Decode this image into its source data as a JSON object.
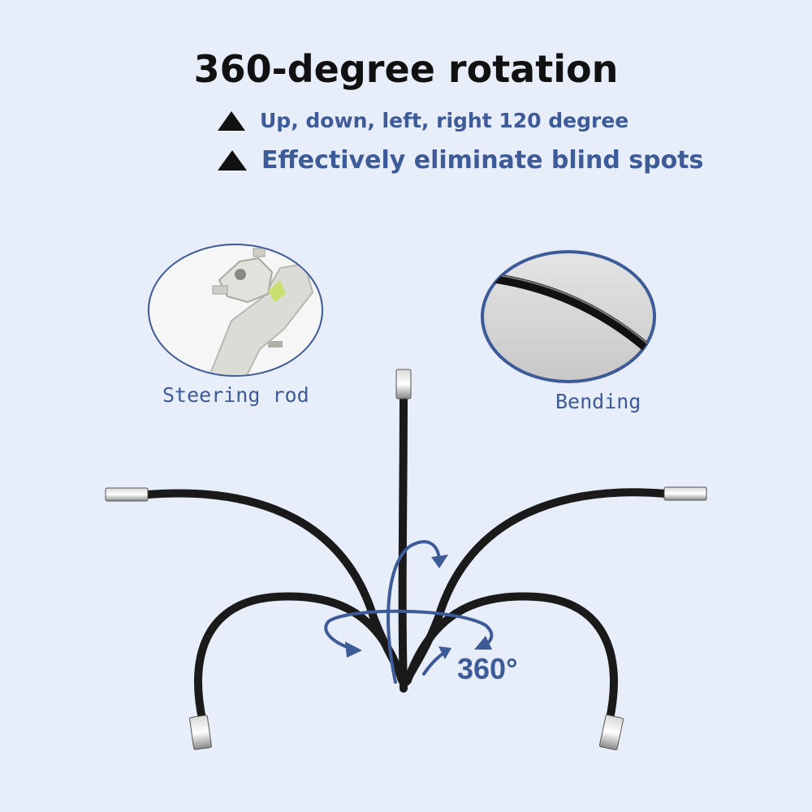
{
  "title": "360-degree rotation",
  "bullets": [
    {
      "text": "Up, down, left, right 120 degree"
    },
    {
      "text": "Effectively eliminate blind spots"
    }
  ],
  "callouts": {
    "steering": {
      "label": "Steering rod"
    },
    "bending": {
      "label": "Bending"
    }
  },
  "rotation_label": "360°",
  "colors": {
    "background": "#e8eef9",
    "accent": "#3d5a99",
    "cable": "#1a1a1a"
  }
}
